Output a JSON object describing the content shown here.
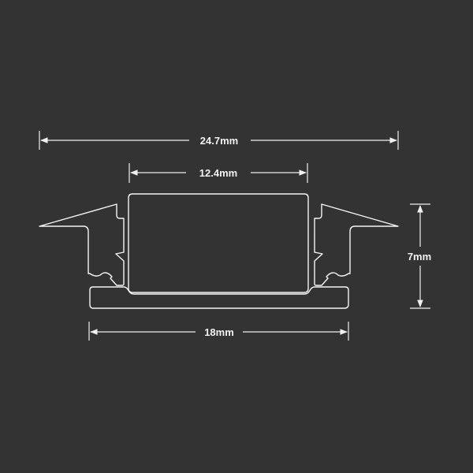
{
  "colors": {
    "background": "#333333",
    "line": "#f0f0f0"
  },
  "dimensions": {
    "overall_width": "24.7mm",
    "inner_width": "12.4mm",
    "base_width": "18mm",
    "height": "7mm"
  }
}
